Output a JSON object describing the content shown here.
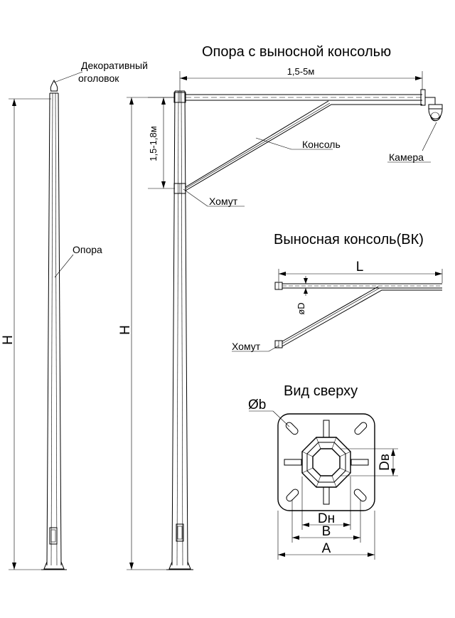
{
  "titles": {
    "main": "Опора с выносной консолью",
    "console": "Выносная консоль(ВК)",
    "top_view": "Вид сверху"
  },
  "labels": {
    "decorative_top_line1": "Декоративный",
    "decorative_top_line2": "оголовок",
    "pole": "Опора",
    "console": "Консоль",
    "camera": "Камера",
    "clamp": "Хомут",
    "clamp2": "Хомут"
  },
  "dimensions": {
    "height_left": "H",
    "height_right": "H",
    "span": "1,5-5м",
    "vertical_offset": "1,5-1,8м",
    "console_length": "L",
    "console_diameter": "øD",
    "hole_diameter": "Øb",
    "inner_diameter": "Dв",
    "outer_diameter": "Dн",
    "bolt_spacing": "B",
    "base_width": "A"
  }
}
